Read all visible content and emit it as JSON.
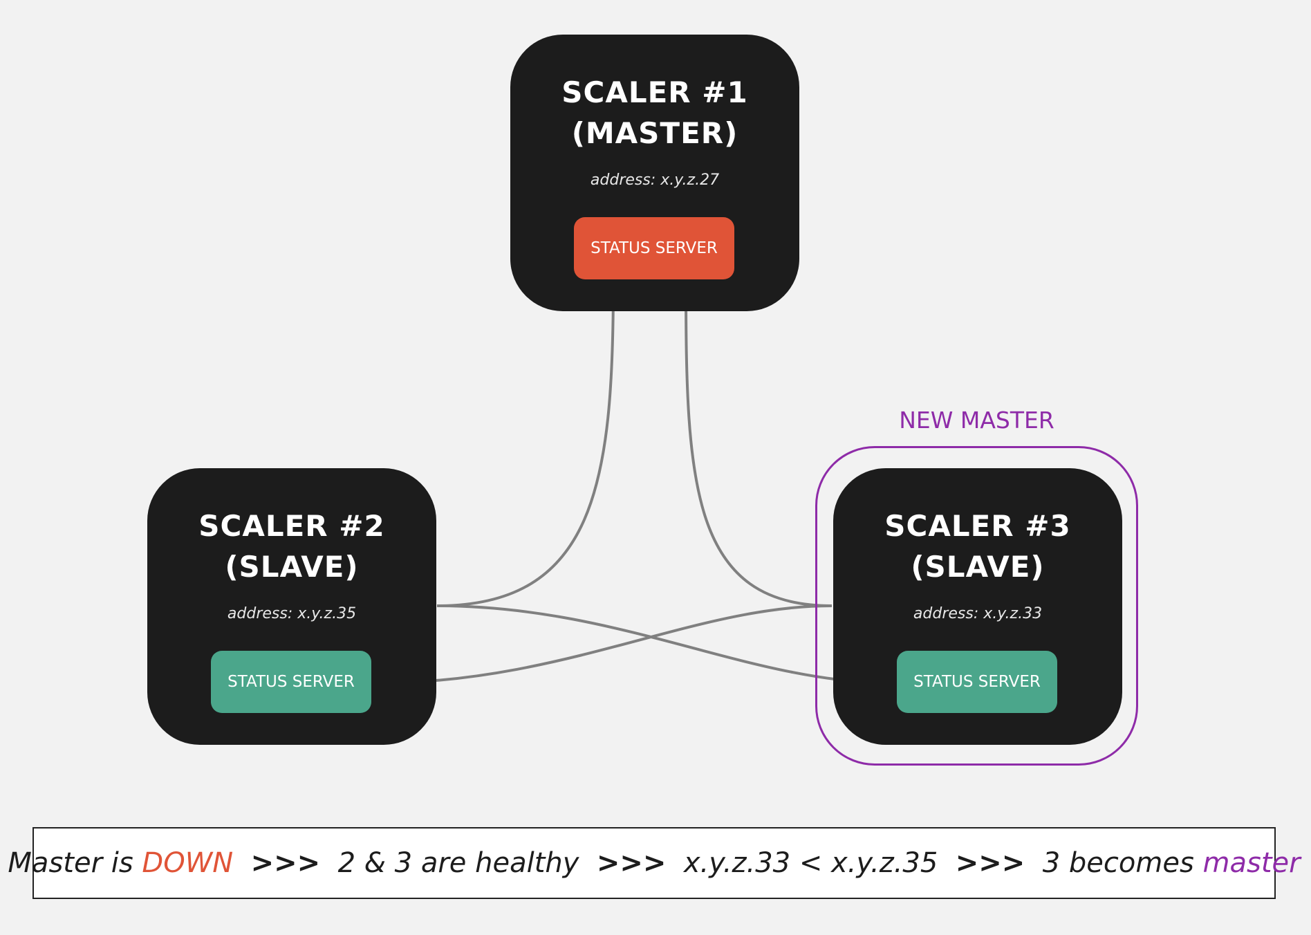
{
  "nodes": {
    "scaler1": {
      "title_line1": "SCALER #1",
      "title_line2": "(MASTER)",
      "address": "address: x.y.z.27",
      "status_label": "STATUS SERVER",
      "status_color": "#e05437"
    },
    "scaler2": {
      "title_line1": "SCALER #2",
      "title_line2": "(SLAVE)",
      "address": "address: x.y.z.35",
      "status_label": "STATUS SERVER",
      "status_color": "#4ba68b"
    },
    "scaler3": {
      "title_line1": "SCALER #3",
      "title_line2": "(SLAVE)",
      "address": "address: x.y.z.33",
      "status_label": "STATUS SERVER",
      "status_color": "#4ba68b"
    }
  },
  "new_master_label": "NEW MASTER",
  "caption": {
    "part1": "Master is ",
    "down": "DOWN",
    "sep": ">>>",
    "part2": "2 & 3 are healthy",
    "part3": "x.y.z.33 < x.y.z.35",
    "part4_prefix": "3 becomes ",
    "master": "master"
  },
  "colors": {
    "background": "#f2f2f2",
    "node": "#1c1c1c",
    "down": "#e05437",
    "healthy": "#4ba68b",
    "new_master": "#8e2ba8",
    "connector": "#808080"
  }
}
